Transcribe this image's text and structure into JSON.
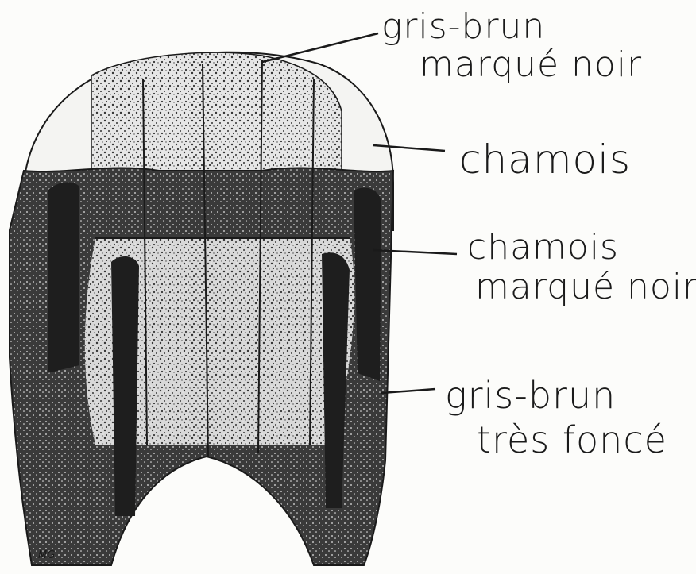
{
  "labels": {
    "gris_brun_marque_noir": {
      "line1": "gris-brun",
      "line2": "marqué noir"
    },
    "chamois": {
      "line1": "chamois"
    },
    "chamois_marque_noir": {
      "line1": "chamois",
      "line2": "marqué noir"
    },
    "gris_brun_tres_fonce": {
      "line1": "gris-brun",
      "line2": "très foncé"
    }
  },
  "signature": "MG",
  "colors": {
    "ink": "#1a1a1a",
    "dark_fill": "#2b2b2b",
    "speckle_fill": "#cfcfcf",
    "light_fill": "#f4f4f2",
    "paper": "#fcfcfa"
  }
}
